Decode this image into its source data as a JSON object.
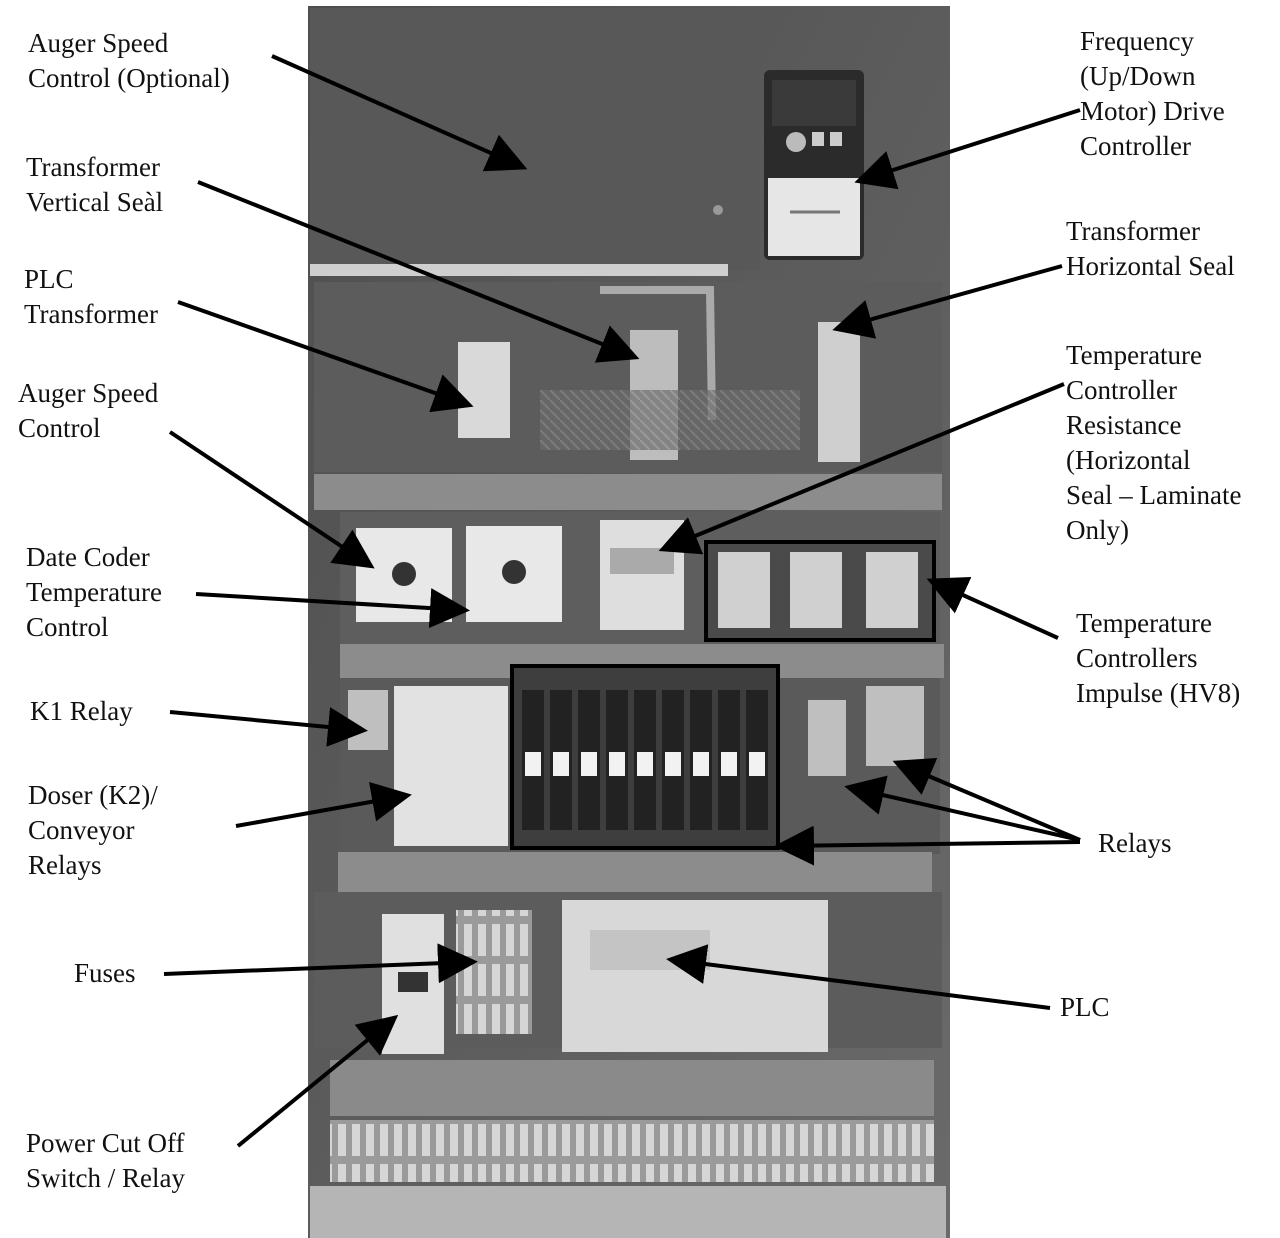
{
  "labels": {
    "auger_speed_optional": [
      "Auger Speed",
      "Control (Optional)"
    ],
    "transformer_vertical": [
      "Transformer",
      "Vertical Seàl"
    ],
    "plc_transformer": [
      "PLC",
      "Transformer"
    ],
    "auger_speed_control": [
      "Auger Speed",
      "Control"
    ],
    "date_coder": [
      "Date Coder",
      "Temperature",
      "Control"
    ],
    "k1_relay": [
      "K1 Relay"
    ],
    "doser_conveyor": [
      "Doser (K2)/",
      "Conveyor",
      "Relays"
    ],
    "fuses": [
      "Fuses"
    ],
    "power_cutoff": [
      "Power Cut Off",
      "Switch / Relay"
    ],
    "frequency_drive": [
      "Frequency",
      "(Up/Down",
      "Motor) Drive",
      "Controller"
    ],
    "transformer_horizontal": [
      "Transformer",
      "Horizontal Seal"
    ],
    "temp_controller_resistance": [
      "Temperature",
      "Controller",
      "Resistance",
      "(Horizontal",
      "Seal – Laminate",
      "Only)"
    ],
    "temp_controllers_impulse": [
      "Temperature",
      "Controllers",
      "Impulse (HV8)"
    ],
    "relays": [
      "Relays"
    ],
    "plc": [
      "PLC"
    ]
  },
  "colors": {
    "panel_bg": "#5a5a5a",
    "rail": "#8c8c8c",
    "device_white": "#e8e8e8",
    "arrow": "#000000",
    "text": "#111111"
  }
}
